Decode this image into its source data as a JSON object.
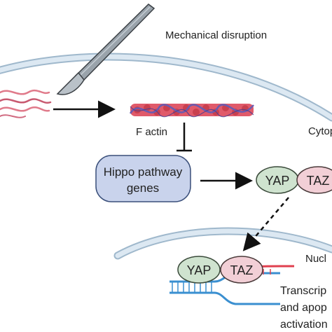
{
  "labels": {
    "mechanical_disruption": "Mechanical disruption",
    "f_actin": "F actin",
    "cytoplasm": "Cytop",
    "hippo_line1": "Hippo pathway",
    "hippo_line2": "genes",
    "yap": "YAP",
    "taz": "TAZ",
    "nucleus": "Nucl",
    "transcription_line1": "Transcrip",
    "transcription_line2": "and apop",
    "transcription_line3": "activation"
  },
  "colors": {
    "membrane_fill": "#dce8f2",
    "membrane_stroke": "#9fb8cc",
    "yap_fill": "#cfe3cf",
    "taz_fill": "#f2cfd6",
    "hippo_fill": "#c9d3ec",
    "actin_red": "#e05a6a",
    "actin_purple": "#6a5bb0",
    "dna_blue": "#3a8fd0",
    "rna_red": "#e0404f"
  },
  "icons": {
    "scalpel": "scalpel-icon",
    "stress_fibers": "fiber-strands-icon"
  }
}
